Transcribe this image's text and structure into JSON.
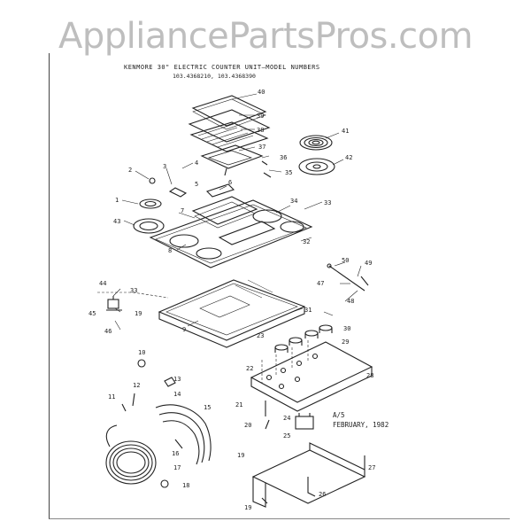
{
  "watermark": "AppliancePartsPros.com",
  "header": {
    "title": "KENMORE 30\" ELECTRIC COUNTER UNIT—MODEL NUMBERS",
    "models": "103.4368210, 103.4368390"
  },
  "note": {
    "line1": "A/5",
    "line2": "FEBRUARY, 1982"
  },
  "callouts": [
    "1",
    "2",
    "3",
    "4",
    "5",
    "6",
    "7",
    "8",
    "9",
    "10",
    "11",
    "12",
    "13",
    "14",
    "15",
    "16",
    "17",
    "18",
    "19",
    "19",
    "19",
    "20",
    "21",
    "22",
    "23",
    "24",
    "25",
    "26",
    "27",
    "28",
    "29",
    "30",
    "31",
    "32",
    "33",
    "33",
    "34",
    "35",
    "36",
    "37",
    "38",
    "39",
    "40",
    "41",
    "42",
    "43",
    "44",
    "45",
    "46",
    "47",
    "48",
    "49",
    "50"
  ]
}
